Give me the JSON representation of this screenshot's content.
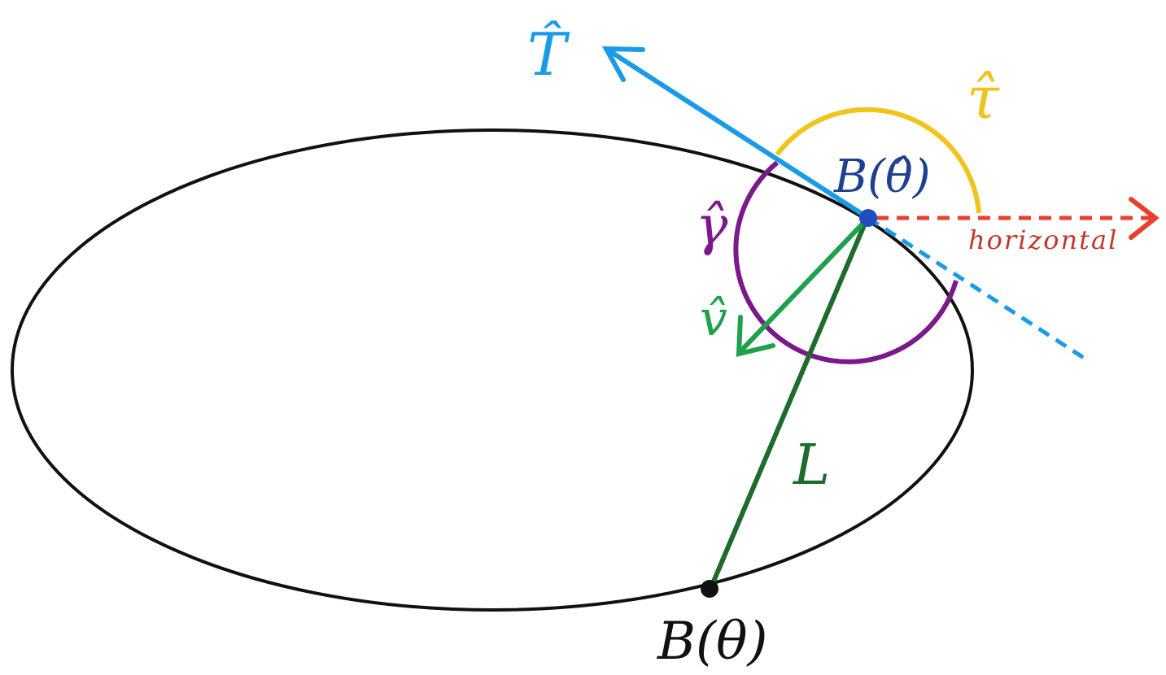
{
  "colors": {
    "ellipse": "#111111",
    "tangent_T": "#1a9be8",
    "tangent_extension": "#1a9be8",
    "horizontal": "#e8402c",
    "tau_arc": "#f0c419",
    "gamma_arc": "#7a1a8a",
    "v_vector": "#1fa04a",
    "L_segment": "#1e6b2e",
    "point_hat": "#1f4fbf",
    "point_base": "#111111",
    "label_B_hat": "#1f3f8f"
  },
  "labels": {
    "T_hat": "T̂",
    "tau_hat": "τ̂",
    "B_hat_theta": "B(θ̂)",
    "gamma_hat": "γ̂",
    "v_hat": "v̂",
    "horizontal": "horizontal",
    "L": "L",
    "B_theta": "B(θ)"
  }
}
